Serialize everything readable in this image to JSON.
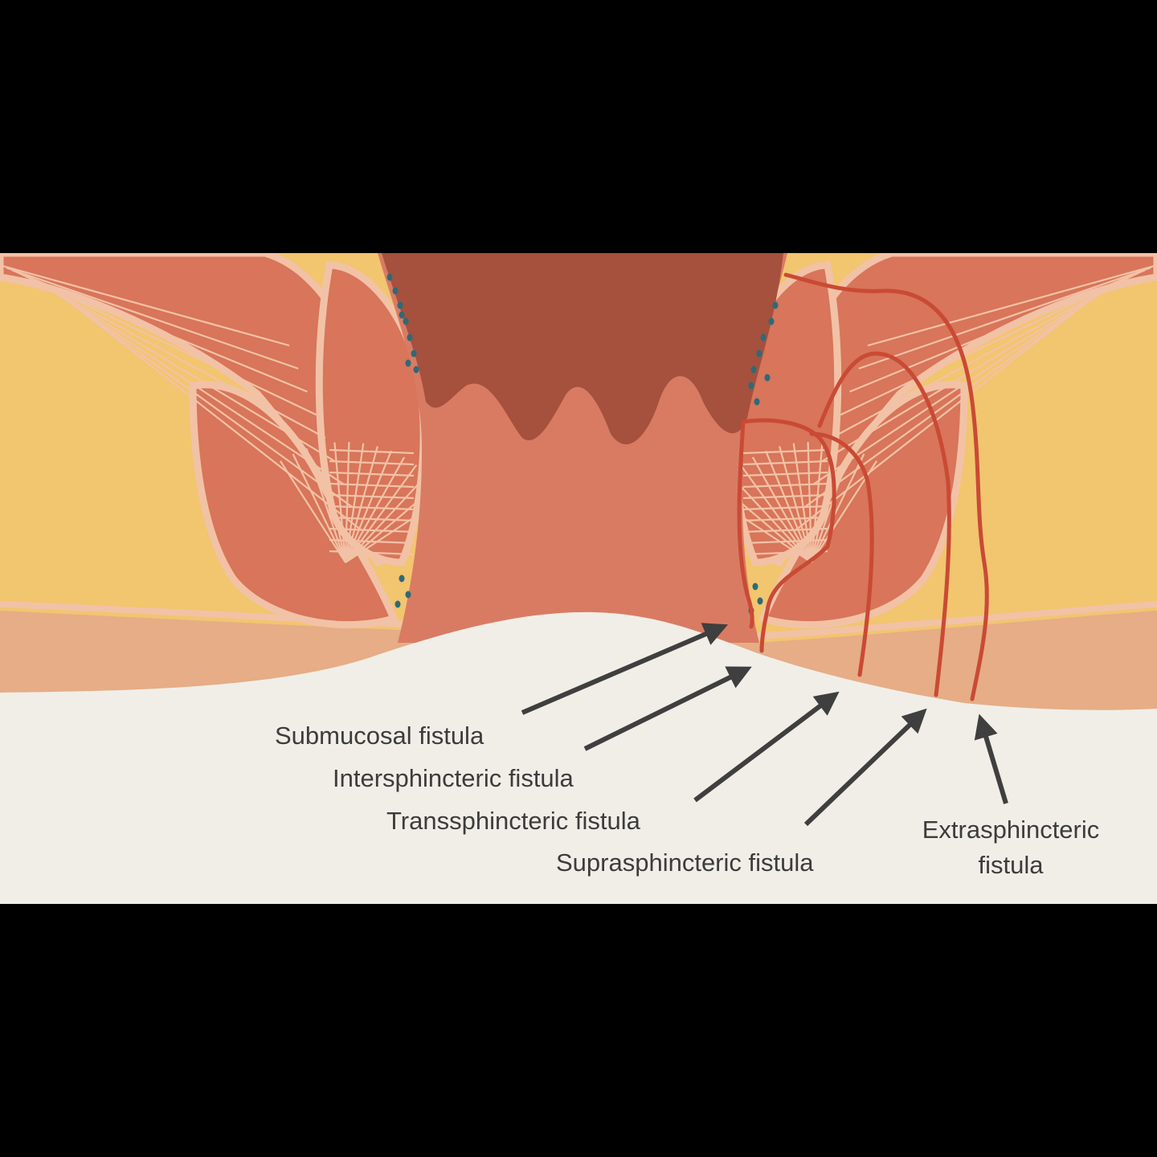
{
  "colors": {
    "background": "#000000",
    "fat": "#f2c56f",
    "muscle": "#d8755a",
    "muscle_dark": "#c96449",
    "fascia": "#f2c2a6",
    "rectum_lumen": "#a6503e",
    "mucosa": "#d97b63",
    "subcutaneous": "#e6ad86",
    "skin": "#f1eee8",
    "fistula_tract": "#c94a35",
    "arrow": "#3f3f3f",
    "glands": "#2d6a78",
    "label_text": "#3c3c3c"
  },
  "labels": {
    "submucosal": "Submucosal fistula",
    "intersphincteric": "Intersphincteric fistula",
    "transsphincteric": "Transsphincteric fistula",
    "suprasphincteric": "Suprasphincteric fistula",
    "extrasphincteric_line1": "Extrasphincteric",
    "extrasphincteric_line2": "fistula"
  }
}
